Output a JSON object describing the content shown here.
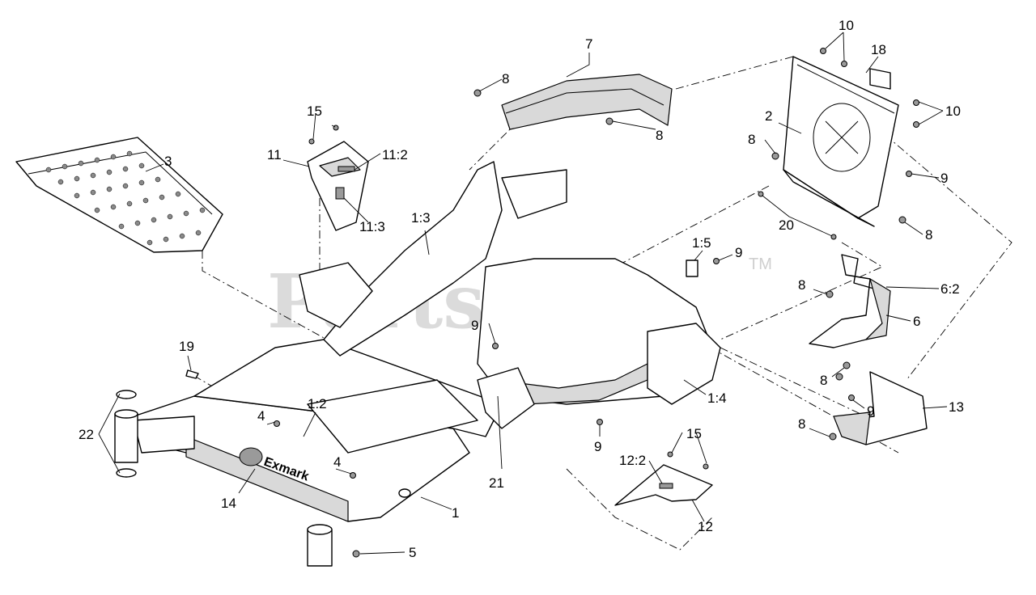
{
  "watermark": {
    "text": "PartsTree",
    "tm": "TM"
  },
  "brand_logo": {
    "text": "Exmark"
  },
  "callouts": [
    {
      "id": "c1",
      "text": "1"
    },
    {
      "id": "c1_2",
      "text": "1:2"
    },
    {
      "id": "c1_3",
      "text": "1:3"
    },
    {
      "id": "c1_4",
      "text": "1:4"
    },
    {
      "id": "c1_5",
      "text": "1:5"
    },
    {
      "id": "c2",
      "text": "2"
    },
    {
      "id": "c3",
      "text": "3"
    },
    {
      "id": "c4a",
      "text": "4"
    },
    {
      "id": "c4b",
      "text": "4"
    },
    {
      "id": "c5",
      "text": "5"
    },
    {
      "id": "c6",
      "text": "6"
    },
    {
      "id": "c6_2",
      "text": "6:2"
    },
    {
      "id": "c7",
      "text": "7"
    },
    {
      "id": "c8a",
      "text": "8"
    },
    {
      "id": "c8b",
      "text": "8"
    },
    {
      "id": "c8c",
      "text": "8"
    },
    {
      "id": "c8d",
      "text": "8"
    },
    {
      "id": "c8e",
      "text": "8"
    },
    {
      "id": "c8f",
      "text": "8"
    },
    {
      "id": "c8g",
      "text": "8"
    },
    {
      "id": "c9a",
      "text": "9"
    },
    {
      "id": "c9b",
      "text": "9"
    },
    {
      "id": "c9c",
      "text": "9"
    },
    {
      "id": "c9d",
      "text": "9"
    },
    {
      "id": "c9e",
      "text": "9"
    },
    {
      "id": "c10a",
      "text": "10"
    },
    {
      "id": "c10b",
      "text": "10"
    },
    {
      "id": "c11",
      "text": "11"
    },
    {
      "id": "c11_2",
      "text": "11:2"
    },
    {
      "id": "c11_3",
      "text": "11:3"
    },
    {
      "id": "c12",
      "text": "12"
    },
    {
      "id": "c12_2",
      "text": "12:2"
    },
    {
      "id": "c13",
      "text": "13"
    },
    {
      "id": "c14",
      "text": "14"
    },
    {
      "id": "c15a",
      "text": "15"
    },
    {
      "id": "c15b",
      "text": "15"
    },
    {
      "id": "c18",
      "text": "18"
    },
    {
      "id": "c19",
      "text": "19"
    },
    {
      "id": "c20",
      "text": "20"
    },
    {
      "id": "c21",
      "text": "21"
    },
    {
      "id": "c22",
      "text": "22"
    }
  ]
}
